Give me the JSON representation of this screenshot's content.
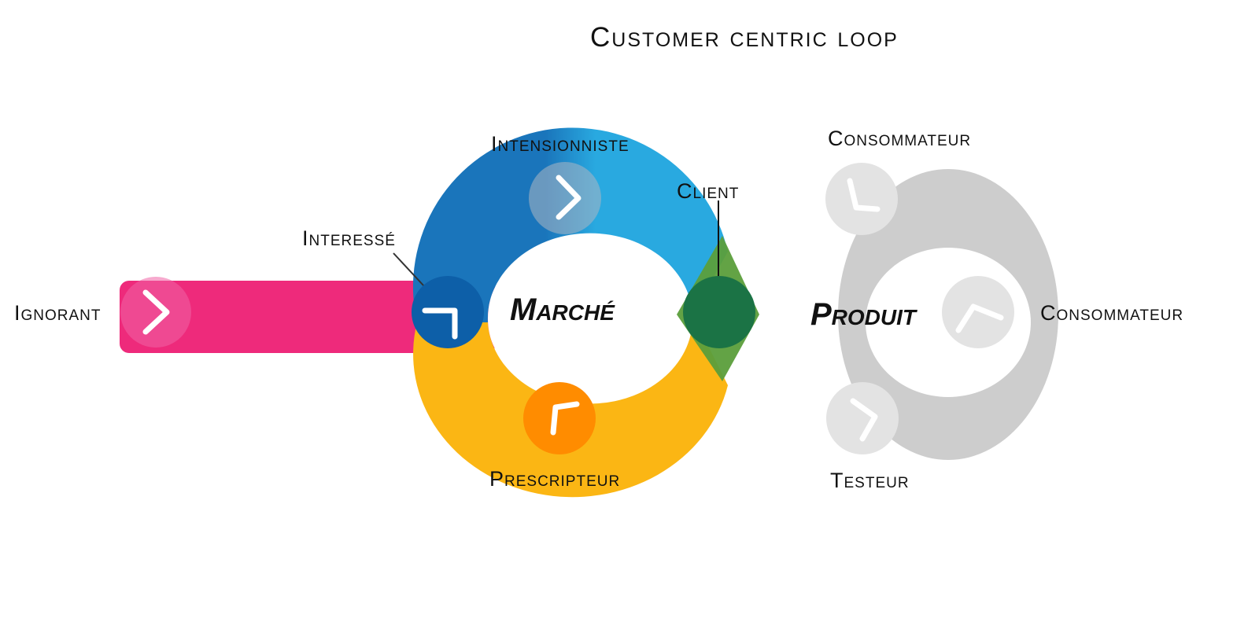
{
  "title": "Customer centric loop",
  "center_left": "Marché",
  "center_right": "Produit",
  "stages": {
    "ignorant": "Ignorant",
    "interesse": "Interessé",
    "intensionniste": "Intensionniste",
    "client": "Client",
    "prescripteur": "Prescripteur",
    "consommateur_top": "Consommateur",
    "consommateur_right": "Consommateur",
    "testeur": "Testeur"
  },
  "colors": {
    "pink": "#EE2A7B",
    "blue_dark": "#1A75BB",
    "blue_light": "#29A9E0",
    "yellow": "#FBB614",
    "orange": "#F7941D",
    "green": "#1B7345",
    "grey": "#CDCDCD"
  }
}
